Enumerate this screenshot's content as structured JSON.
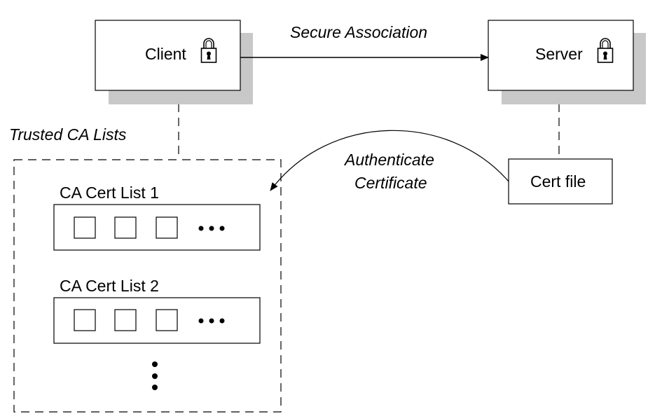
{
  "nodes": {
    "client": {
      "label": "Client",
      "icon": "padlock-icon"
    },
    "server": {
      "label": "Server",
      "icon": "padlock-icon"
    },
    "cert_file": {
      "label": "Cert file"
    }
  },
  "edges": {
    "secure_association": {
      "label": "Secure Association"
    },
    "authenticate_certificate": {
      "label_line1": "Authenticate",
      "label_line2": "Certificate"
    }
  },
  "trusted_ca": {
    "title": "Trusted CA Lists",
    "lists": [
      {
        "label": "CA Cert List 1"
      },
      {
        "label": "CA Cert List 2"
      }
    ]
  },
  "colors": {
    "line": "#000000",
    "box_fill": "#ffffff",
    "shadow": "#c8c8c8"
  }
}
